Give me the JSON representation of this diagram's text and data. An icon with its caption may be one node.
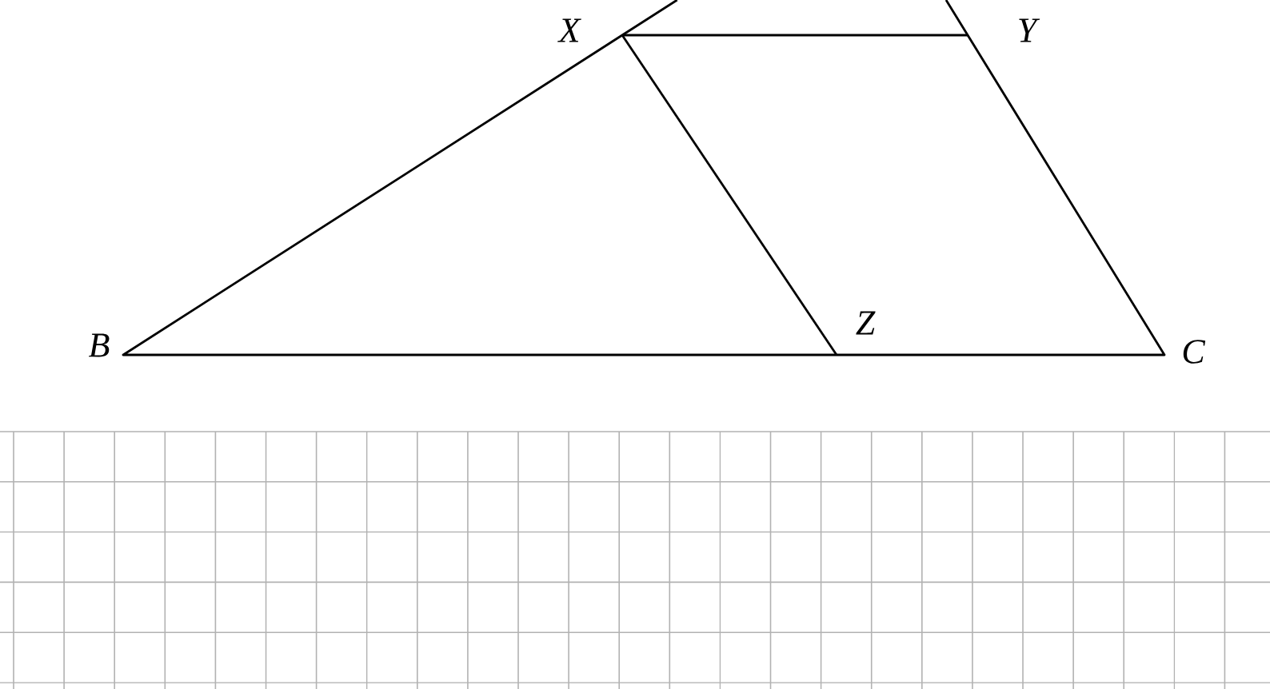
{
  "diagram": {
    "labels": [
      "X",
      "Y",
      "B",
      "Z",
      "C"
    ]
  }
}
